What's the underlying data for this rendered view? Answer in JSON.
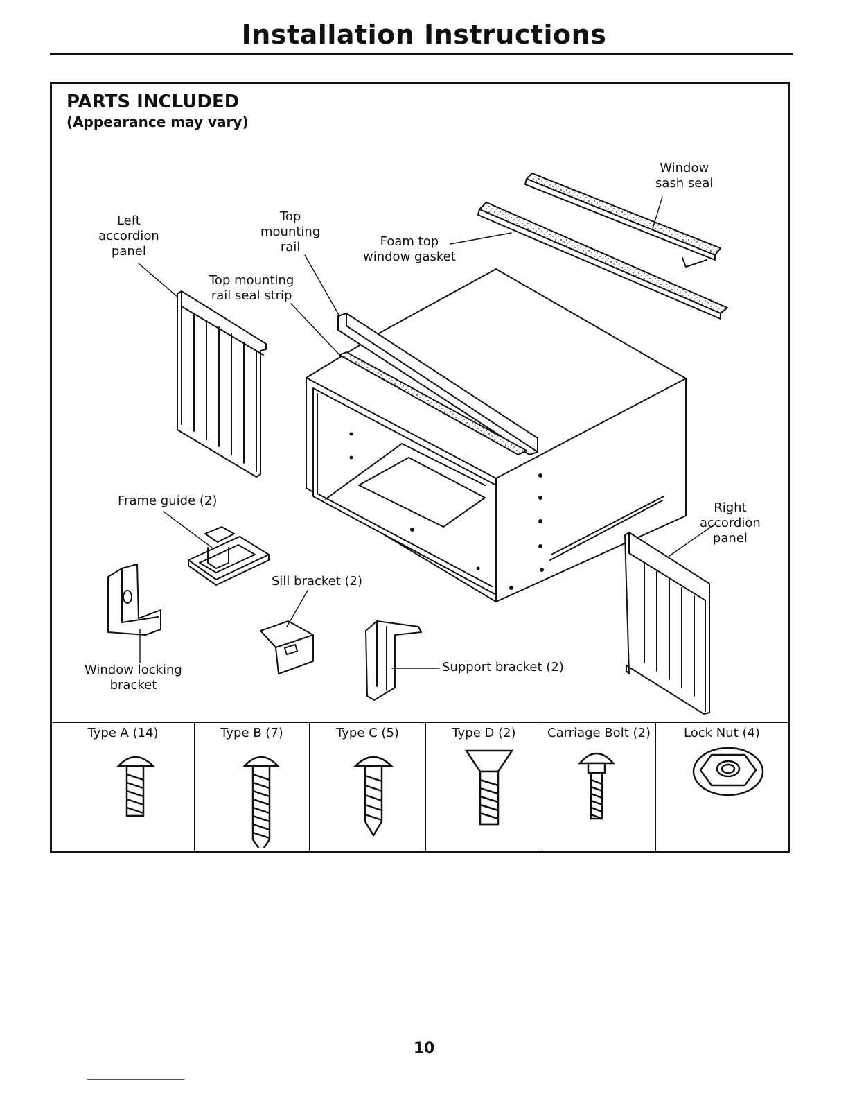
{
  "page": {
    "title": "Installation Instructions",
    "page_number": "10"
  },
  "section": {
    "heading": "PARTS INCLUDED",
    "subheading": "(Appearance may vary)"
  },
  "parts": {
    "window_sash_seal": [
      "Window",
      "sash seal"
    ],
    "left_accordion_panel": [
      "Left",
      "accordion",
      "panel"
    ],
    "top_mounting_rail": [
      "Top",
      "mounting",
      "rail"
    ],
    "foam_top_window_gasket": [
      "Foam top",
      "window gasket"
    ],
    "top_mounting_rail_seal_strip": [
      "Top mounting",
      "rail seal strip"
    ],
    "frame_guide": "Frame guide (2)",
    "right_accordion_panel": [
      "Right",
      "accordion",
      "panel"
    ],
    "sill_bracket": "Sill bracket (2)",
    "window_locking_bracket": [
      "Window locking",
      "bracket"
    ],
    "support_bracket": "Support bracket (2)"
  },
  "fasteners": [
    {
      "label": "Type A (14)",
      "icon": "pan-head-short-screw-icon"
    },
    {
      "label": "Type B (7)",
      "icon": "pan-head-long-screw-icon"
    },
    {
      "label": "Type C (5)",
      "icon": "pan-head-pointed-screw-icon"
    },
    {
      "label": "Type D (2)",
      "icon": "flat-head-screw-icon"
    },
    {
      "label": "Carriage Bolt (2)",
      "icon": "carriage-bolt-icon"
    },
    {
      "label": "Lock Nut (4)",
      "icon": "lock-nut-icon"
    }
  ]
}
